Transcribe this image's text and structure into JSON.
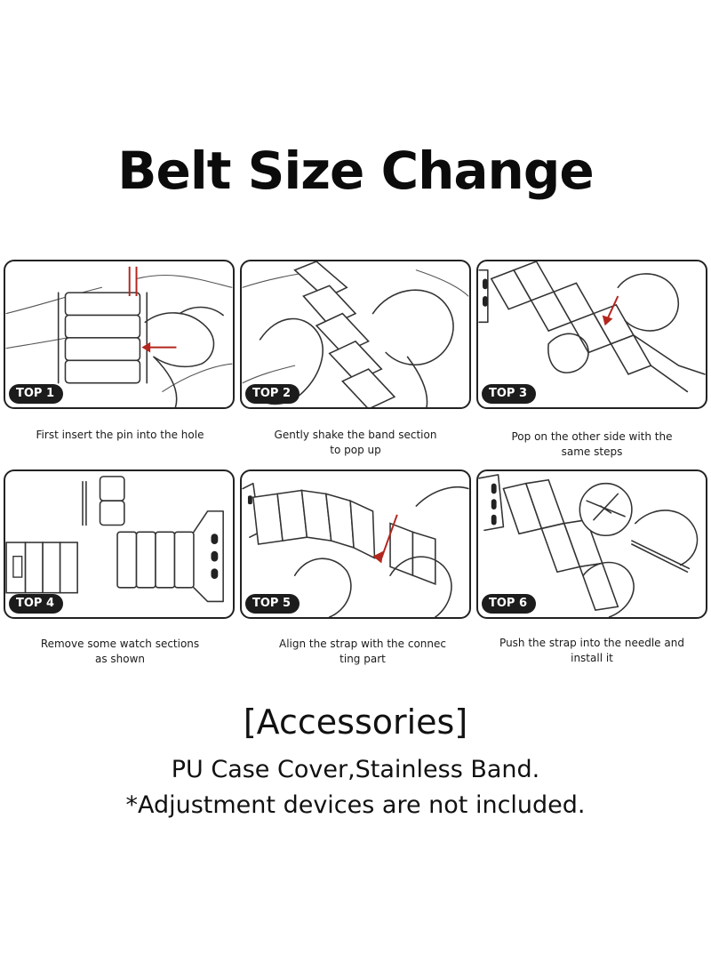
{
  "title": "Belt Size Change",
  "steps": [
    {
      "badge": "TOP 1",
      "caption": [
        "First insert the pin into the hole"
      ]
    },
    {
      "badge": "TOP 2",
      "caption": [
        "Gently shake the band section",
        "to pop up"
      ]
    },
    {
      "badge": "TOP 3",
      "caption": [
        "Pop on the other side with the",
        "same steps"
      ]
    },
    {
      "badge": "TOP 4",
      "caption": [
        "Remove some watch sections",
        "as shown"
      ]
    },
    {
      "badge": "TOP 5",
      "caption": [
        "Align the strap with the connec",
        "ting part"
      ]
    },
    {
      "badge": "TOP 6",
      "caption": [
        "Push the strap into the needle and",
        "install it"
      ]
    }
  ],
  "accessories": {
    "title": "[Accessories]",
    "line1": "PU Case Cover,Stainless Band.",
    "line2": "*Adjustment devices are not included."
  },
  "colors": {
    "arrow": "#b3261e",
    "badge": "#1c1c1c",
    "outline": "#222222"
  }
}
